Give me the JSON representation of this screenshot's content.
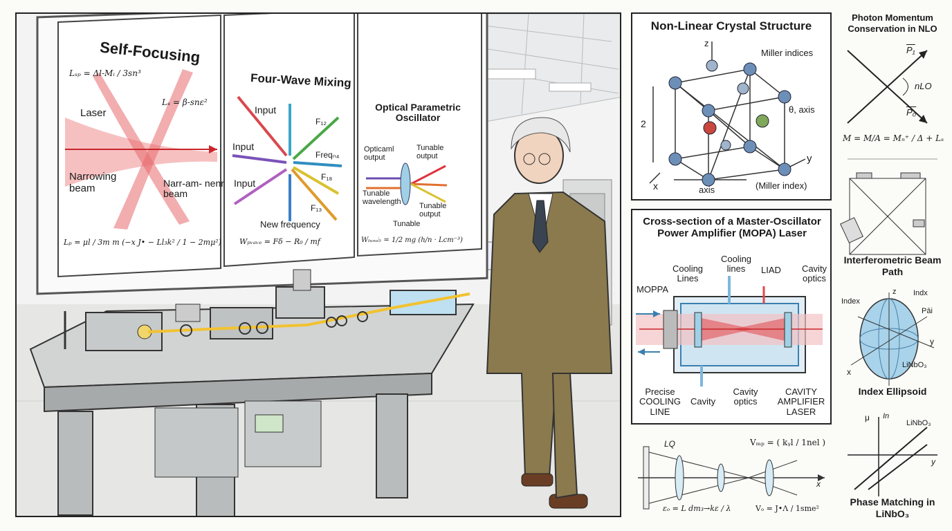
{
  "lab": {
    "boards": {
      "self_focusing": {
        "title": "Self-Focusing",
        "eq_top": "Lₛₚ = Δl-Mᵢ / 3sn³",
        "eq_right": "Lₛ = β-snε²",
        "laser": "Laser",
        "narrowing": "Narrowing beam",
        "narr_right": "Narr-am- nenr beam",
        "eq_bottom": "Lₚ = μl / 3m  m (−x J• − Ll₃k² / 1 − 2mμ²)"
      },
      "four_wave": {
        "title": "Four-Wave Mixing",
        "input1": "Input",
        "input2": "Input",
        "input3": "Input",
        "f12": "F₁₂",
        "freq": "Freqₙ₄",
        "f18": "F₁₈",
        "f13": "F₁₃",
        "new_freq": "New frequency",
        "eq": "Wₚᵥₐᵥₑ = Fδ − R₀ / mf"
      },
      "opo": {
        "title": "Optical Parametric Oscillator",
        "optical_output": "Opticaml output",
        "tunable_output1": "Tunable output",
        "tunable_wavelength": "Tunable wavelength",
        "tunable_output2": "Tunable output",
        "tunable": "Tunable",
        "eq": "Wₜᵤₙₐ♭ = 1/2 mg (h/n · Lcm⁻³)"
      }
    }
  },
  "crystal": {
    "title": "Non-Linear Crystal Structure",
    "z": "z",
    "y": "y",
    "x": "x",
    "two": "2",
    "miller": "Miller indices",
    "theta_axis": "θ, axis",
    "axis": "axis",
    "miller_index": "(Miller index)"
  },
  "mopa": {
    "title": "Cross-section of a Master-Oscillator Power Amplifier (MOPA) Laser",
    "cooling_lines_1": "Cooling Lines",
    "cooling_lines_2": "Cooling lines",
    "liad": "LIAD",
    "cavity_optics_top": "Cavity optics",
    "mopa_label": "MOPPA",
    "precise": "Precise COOLING LINE",
    "cavity": "Cavity",
    "cavity_optics_bottom": "Cavity optics",
    "amplifier": "CAVITY AMPLIFIER LASER"
  },
  "lens": {
    "lq": "LQ",
    "x": "x",
    "vmp": "Vₘₚ = ( kᵧl / 1nel )",
    "eps": "εₒ = L dm₃→kε / λ",
    "vo": "Vₒ = J•Λ / 1sme²"
  },
  "right": {
    "photon_title": "Photon Momentum Conservation in NLO",
    "p1": "P₁",
    "p0": "P₀",
    "nlo": "nLO",
    "m_eq": "M = M/A = Mₙ⁺ / Δ + Lₛ",
    "interf_title": "Interferometric Beam Path",
    "ellipsoid_title": "Index Ellipsoid",
    "index": "Index",
    "indx": "Indx",
    "pai": "Pāi",
    "z": "z",
    "y": "y",
    "x": "x",
    "linbo3_a": "LiNbO₃",
    "phase_title": "Phase Matching in LiNbO₃",
    "mu": "μ",
    "in": "In",
    "linbo3_b": "LiNbO₃",
    "py": "y"
  },
  "colors": {
    "beam_red": "#e0474c",
    "beam_yellow": "#f2c230",
    "suit": "#8b7a4e",
    "crystal_blue": "#6c8fb8",
    "cool_blue": "#7db7dc"
  }
}
